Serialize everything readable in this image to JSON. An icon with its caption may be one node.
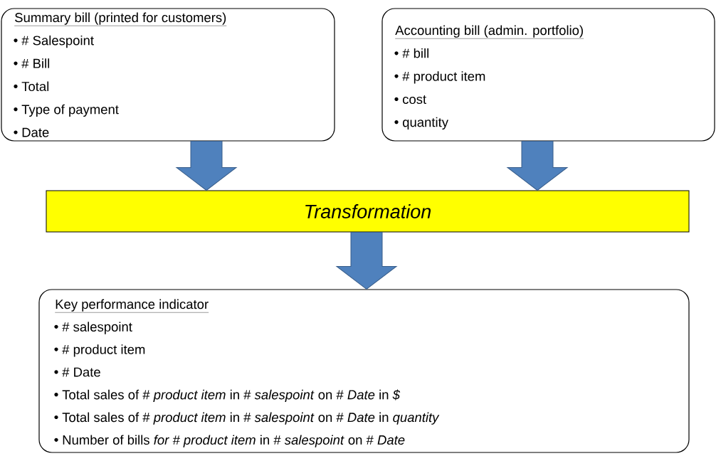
{
  "diagram": {
    "nodes": [
      {
        "text": [
          "Summary bill (printed for customers)",
          "# Salespoint",
          "# Bill",
          "Total",
          "Type of payment",
          "Date"
        ]
      },
      {
        "text": [
          "Accounting bill (admin. portfolio)",
          "# bill",
          "# product item",
          "cost",
          "quantity"
        ]
      },
      {
        "text": [
          "Transformation"
        ]
      },
      {
        "text": [
          "Key performance indicator",
          "# salespoint",
          "# product item",
          "# Date",
          "Total sales of # *product item* in # *salespoint* on # *Date* in *$*",
          "Total sales of # *product item* in # *salespoint* on # *Date* in *quantity*",
          "Number of bills *for # product item* in # *salespoint* on # *Date*"
        ]
      }
    ],
    "edges": [
      {
        "from": 0,
        "to": 2,
        "arrow": "to"
      },
      {
        "from": 1,
        "to": 2,
        "arrow": "to"
      },
      {
        "from": 2,
        "to": 3,
        "arrow": "to"
      }
    ]
  }
}
